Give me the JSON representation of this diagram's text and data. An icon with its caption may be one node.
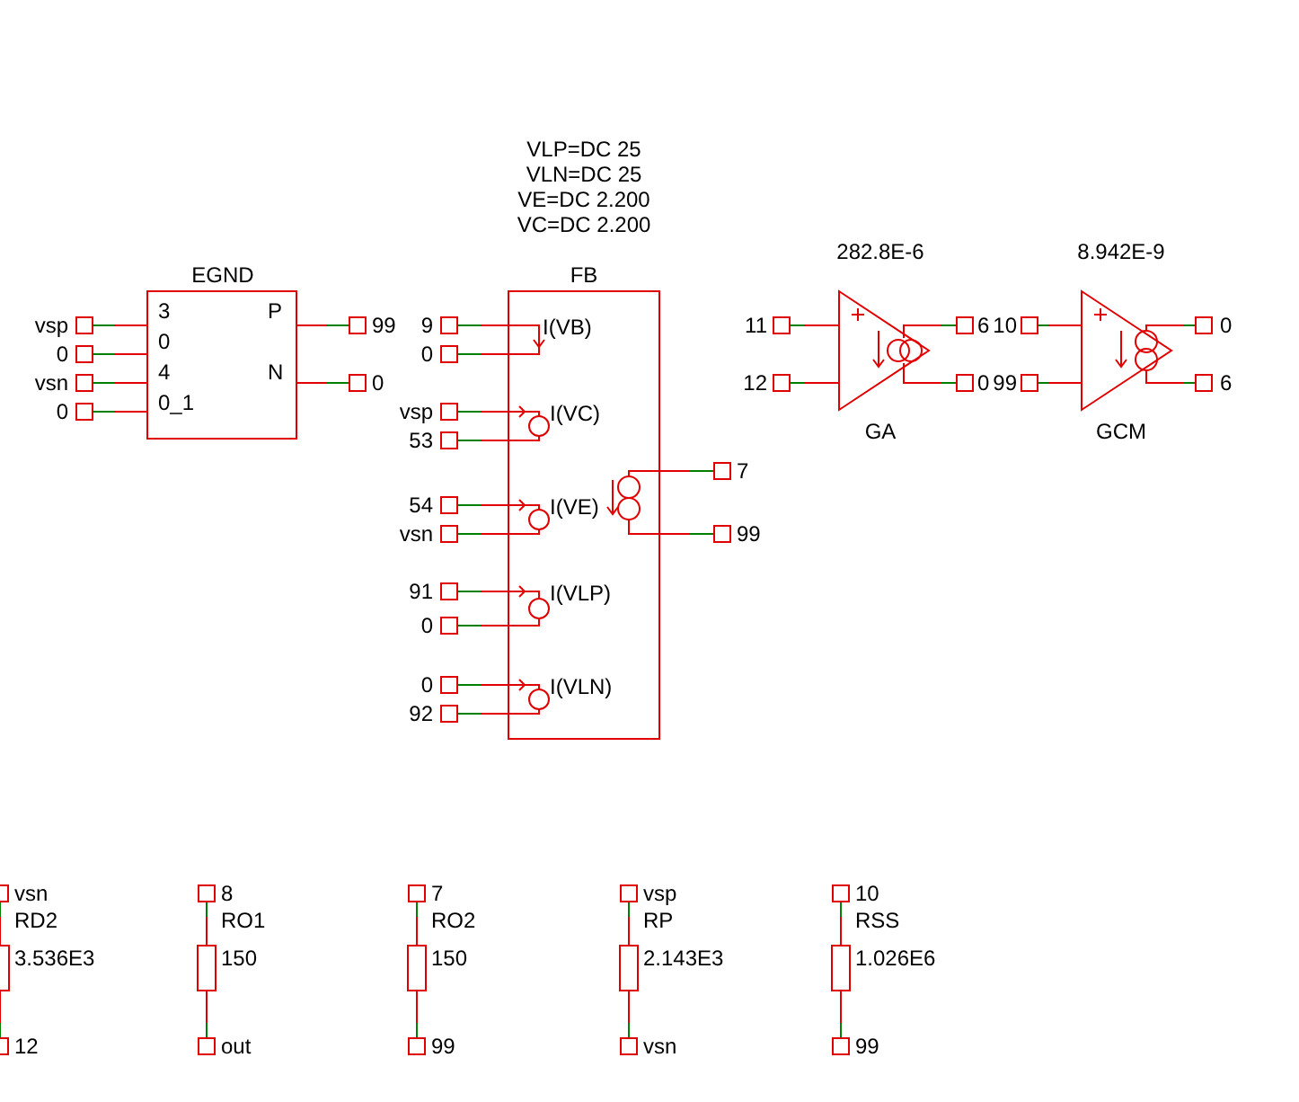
{
  "diagram": {
    "nodes": [
      {
        "text": [
          "EGND",
          "3",
          "0",
          "4",
          "0_1",
          "P",
          "N"
        ]
      },
      {
        "text": [
          "FB",
          "I(VB)",
          "I(VC)",
          "I(VE)",
          "I(VLP)",
          "I(VLN)"
        ],
        "beside": [
          "VLP=DC 25",
          "VLN=DC 25",
          "VE=DC 2.200",
          "VC=DC 2.200"
        ]
      },
      {
        "text": [
          "GA"
        ],
        "beside": [
          "282.8E-6"
        ]
      },
      {
        "text": [
          "GCM"
        ],
        "beside": [
          "8.942E-9"
        ]
      },
      {
        "text": [
          "RD2",
          "3.536E3"
        ]
      },
      {
        "text": [
          "RO1",
          "150"
        ]
      },
      {
        "text": [
          "RO2",
          "150"
        ]
      },
      {
        "text": [
          "RP",
          "2.143E3"
        ]
      },
      {
        "text": [
          "RSS",
          "1.026E6"
        ]
      },
      {
        "text": [
          "vsp"
        ]
      },
      {
        "text": [
          "0"
        ]
      },
      {
        "text": [
          "vsn"
        ]
      },
      {
        "text": [
          "0"
        ]
      },
      {
        "text": [
          "99"
        ]
      },
      {
        "text": [
          "0"
        ]
      },
      {
        "text": [
          "9"
        ]
      },
      {
        "text": [
          "0"
        ]
      },
      {
        "text": [
          "vsp"
        ]
      },
      {
        "text": [
          "53"
        ]
      },
      {
        "text": [
          "54"
        ]
      },
      {
        "text": [
          "vsn"
        ]
      },
      {
        "text": [
          "91"
        ]
      },
      {
        "text": [
          "0"
        ]
      },
      {
        "text": [
          "0"
        ]
      },
      {
        "text": [
          "92"
        ]
      },
      {
        "text": [
          "7"
        ]
      },
      {
        "text": [
          "99"
        ]
      },
      {
        "text": [
          "11"
        ]
      },
      {
        "text": [
          "12"
        ]
      },
      {
        "text": [
          "6"
        ]
      },
      {
        "text": [
          "0"
        ]
      },
      {
        "text": [
          "10"
        ]
      },
      {
        "text": [
          "99"
        ]
      },
      {
        "text": [
          "0"
        ]
      },
      {
        "text": [
          "6"
        ]
      },
      {
        "text": [
          "vsn"
        ]
      },
      {
        "text": [
          "12"
        ]
      },
      {
        "text": [
          "8"
        ]
      },
      {
        "text": [
          "out"
        ]
      },
      {
        "text": [
          "7"
        ]
      },
      {
        "text": [
          "99"
        ]
      },
      {
        "text": [
          "vsp"
        ]
      },
      {
        "text": [
          "vsn"
        ]
      },
      {
        "text": [
          "10"
        ]
      },
      {
        "text": [
          "99"
        ]
      }
    ],
    "edges": [
      {
        "from": 9,
        "to": 0,
        "arrow": "none"
      },
      {
        "from": 10,
        "to": 0,
        "arrow": "none"
      },
      {
        "from": 11,
        "to": 0,
        "arrow": "none"
      },
      {
        "from": 12,
        "to": 0,
        "arrow": "none"
      },
      {
        "from": 13,
        "to": 0,
        "arrow": "none"
      },
      {
        "from": 14,
        "to": 0,
        "arrow": "none"
      },
      {
        "from": 15,
        "to": 1,
        "arrow": "none"
      },
      {
        "from": 16,
        "to": 1,
        "arrow": "none"
      },
      {
        "from": 17,
        "to": 1,
        "arrow": "none"
      },
      {
        "from": 18,
        "to": 1,
        "arrow": "none"
      },
      {
        "from": 19,
        "to": 1,
        "arrow": "none"
      },
      {
        "from": 20,
        "to": 1,
        "arrow": "none"
      },
      {
        "from": 21,
        "to": 1,
        "arrow": "none"
      },
      {
        "from": 22,
        "to": 1,
        "arrow": "none"
      },
      {
        "from": 23,
        "to": 1,
        "arrow": "none"
      },
      {
        "from": 24,
        "to": 1,
        "arrow": "none"
      },
      {
        "from": 25,
        "to": 1,
        "arrow": "none"
      },
      {
        "from": 26,
        "to": 1,
        "arrow": "none"
      },
      {
        "from": 27,
        "to": 2,
        "arrow": "none"
      },
      {
        "from": 28,
        "to": 2,
        "arrow": "none"
      },
      {
        "from": 29,
        "to": 2,
        "arrow": "none"
      },
      {
        "from": 30,
        "to": 2,
        "arrow": "none"
      },
      {
        "from": 31,
        "to": 3,
        "arrow": "none"
      },
      {
        "from": 32,
        "to": 3,
        "arrow": "none"
      },
      {
        "from": 33,
        "to": 3,
        "arrow": "none"
      },
      {
        "from": 34,
        "to": 3,
        "arrow": "none"
      },
      {
        "from": 35,
        "to": 4,
        "arrow": "none"
      },
      {
        "from": 36,
        "to": 4,
        "arrow": "none"
      },
      {
        "from": 37,
        "to": 5,
        "arrow": "none"
      },
      {
        "from": 38,
        "to": 5,
        "arrow": "none"
      },
      {
        "from": 39,
        "to": 6,
        "arrow": "none"
      },
      {
        "from": 40,
        "to": 6,
        "arrow": "none"
      },
      {
        "from": 41,
        "to": 7,
        "arrow": "none"
      },
      {
        "from": 42,
        "to": 7,
        "arrow": "none"
      },
      {
        "from": 43,
        "to": 8,
        "arrow": "none"
      },
      {
        "from": 44,
        "to": 8,
        "arrow": "none"
      }
    ]
  }
}
